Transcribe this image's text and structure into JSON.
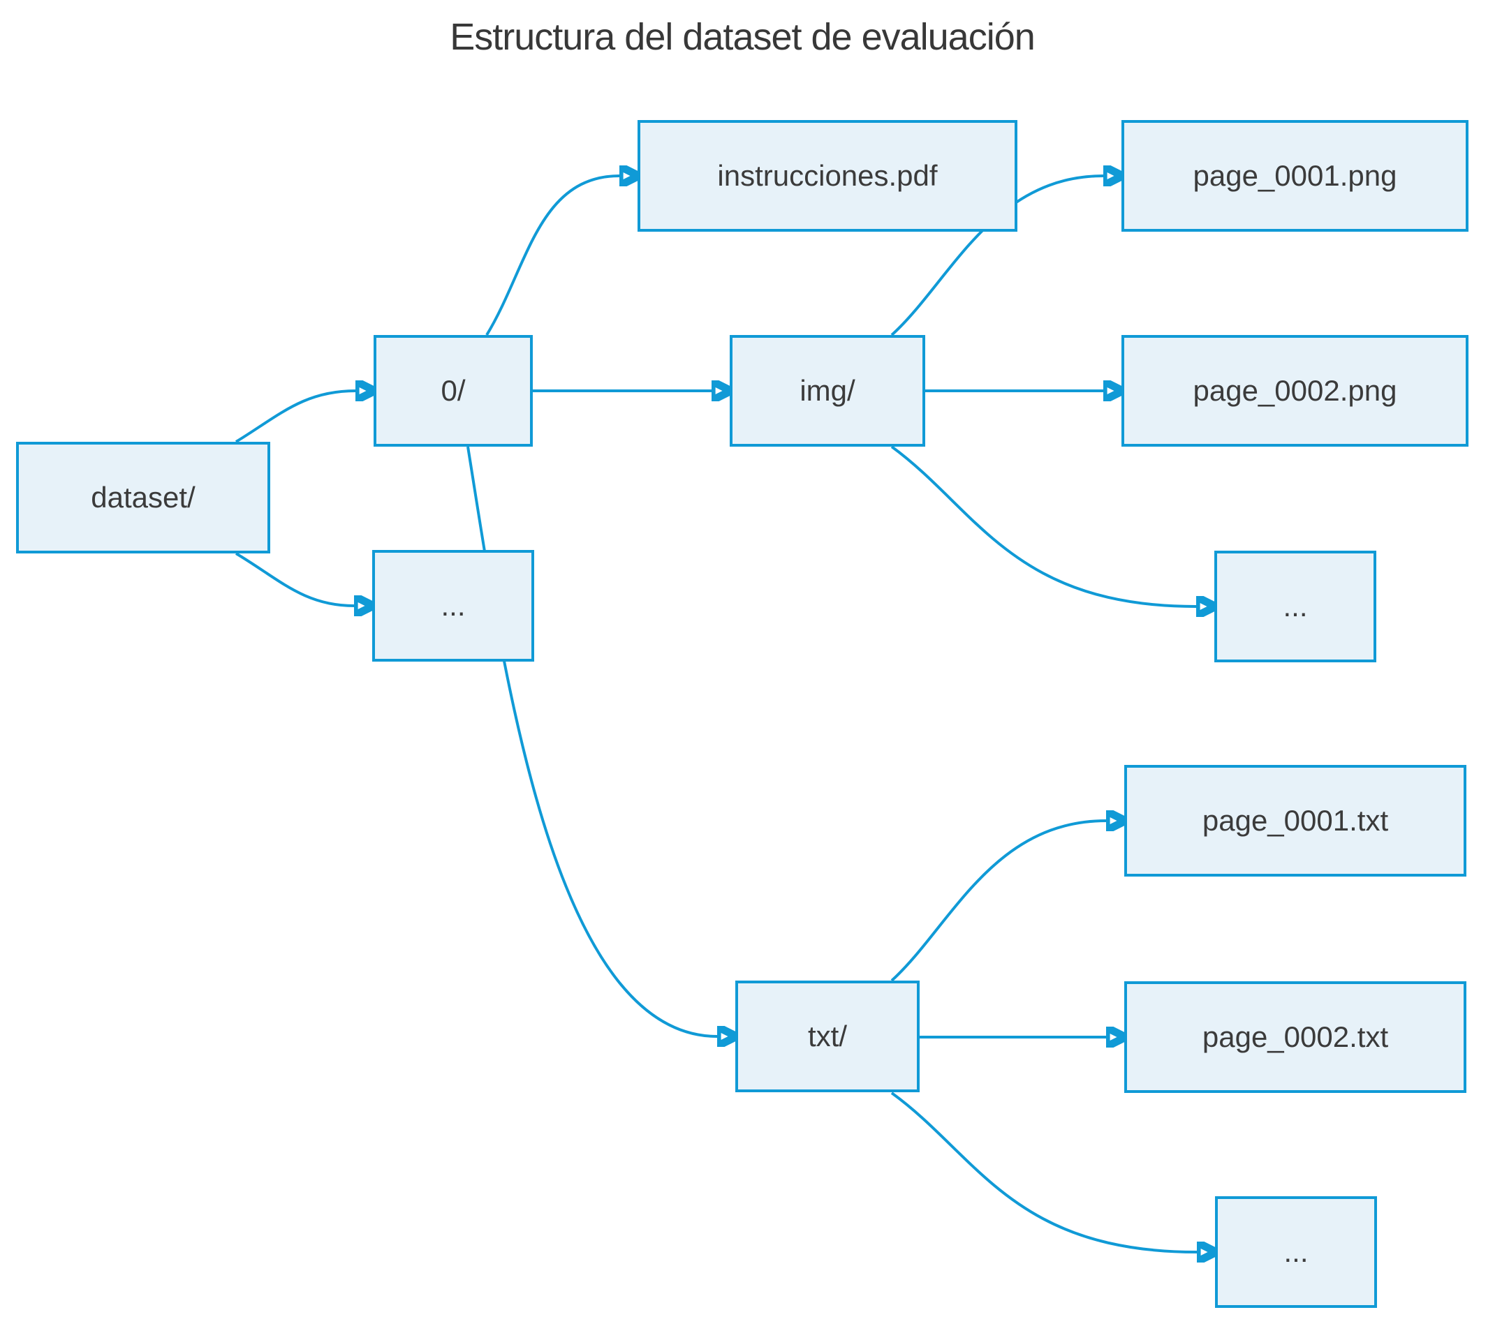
{
  "title": "Estructura del dataset de evaluación",
  "diagram": {
    "type": "flowchart",
    "direction": "left-to-right",
    "nodes": [
      {
        "id": "dataset",
        "label": "dataset/"
      },
      {
        "id": "zero",
        "label": "0/"
      },
      {
        "id": "dots1",
        "label": "..."
      },
      {
        "id": "instrucciones",
        "label": "instrucciones.pdf"
      },
      {
        "id": "img",
        "label": "img/"
      },
      {
        "id": "png1",
        "label": "page_0001.png"
      },
      {
        "id": "png2",
        "label": "page_0002.png"
      },
      {
        "id": "dots2",
        "label": "..."
      },
      {
        "id": "txt",
        "label": "txt/"
      },
      {
        "id": "txt1",
        "label": "page_0001.txt"
      },
      {
        "id": "txt2",
        "label": "page_0002.txt"
      },
      {
        "id": "dots3",
        "label": "..."
      }
    ],
    "edges": [
      {
        "from": "dataset",
        "to": "zero"
      },
      {
        "from": "dataset",
        "to": "dots1"
      },
      {
        "from": "zero",
        "to": "instrucciones"
      },
      {
        "from": "zero",
        "to": "img"
      },
      {
        "from": "zero",
        "to": "txt"
      },
      {
        "from": "img",
        "to": "png1"
      },
      {
        "from": "img",
        "to": "png2"
      },
      {
        "from": "img",
        "to": "dots2"
      },
      {
        "from": "txt",
        "to": "txt1"
      },
      {
        "from": "txt",
        "to": "txt2"
      },
      {
        "from": "txt",
        "to": "dots3"
      }
    ],
    "colors": {
      "node_fill": "#E7F2F9",
      "node_border": "#109AD6",
      "edge_line": "#109AD6",
      "text": "#3B3B3B",
      "title_text": "#383838",
      "background": "#FFFFFF"
    }
  }
}
